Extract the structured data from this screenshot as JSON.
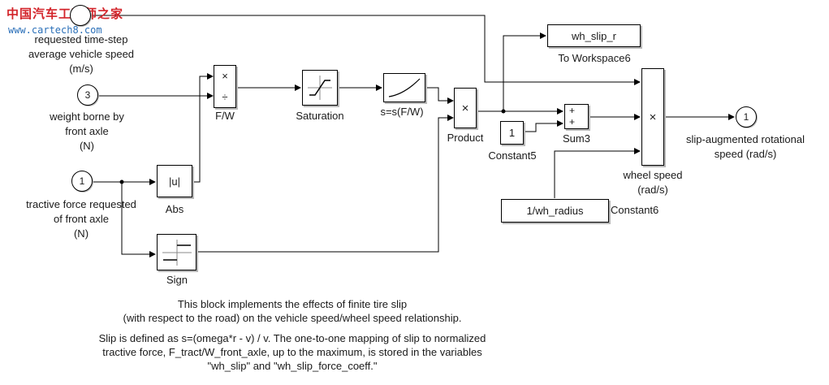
{
  "watermark": {
    "text_cn": "中国汽车工程师之家",
    "url": "www.cartech8.com"
  },
  "inports": {
    "speed": {
      "number": "",
      "label_lines": [
        "requested time-step",
        "average vehicle speed",
        "(m/s)"
      ]
    },
    "weight": {
      "number": "3",
      "label_lines": [
        "weight borne by",
        "front axle",
        "(N)"
      ]
    },
    "force": {
      "number": "1",
      "label_lines": [
        "tractive force requested",
        "of front axle",
        "(N)"
      ]
    }
  },
  "outport": {
    "number": "1",
    "label_lines": [
      "slip-augmented rotational",
      "speed (rad/s)"
    ]
  },
  "blocks": {
    "fw": {
      "top_symbol": "×",
      "bottom_symbol": "÷",
      "label": "F/W"
    },
    "saturation": {
      "label": "Saturation"
    },
    "lookup": {
      "label": "s=s(F/W)"
    },
    "product": {
      "symbol": "×",
      "label": "Product"
    },
    "sum3": {
      "plus1": "+",
      "plus2": "+",
      "label": "Sum3"
    },
    "constant5": {
      "value": "1",
      "label": "Constant5"
    },
    "to_workspace": {
      "value": "wh_slip_r",
      "label": "To Workspace6"
    },
    "wheel_speed": {
      "symbol": "×",
      "label_lines": [
        "wheel speed",
        "(rad/s)"
      ]
    },
    "constant6": {
      "value": "1/wh_radius",
      "label": "Constant6"
    },
    "abs": {
      "value": "|u|",
      "label": "Abs"
    },
    "sign": {
      "label": "Sign"
    }
  },
  "notes": {
    "para1": [
      "This block implements the effects of finite tire slip",
      "(with respect to the road) on the vehicle speed/wheel speed relationship."
    ],
    "para2": [
      "Slip is defined as s=(omega*r - v) / v.  The one-to-one mapping of slip to normalized",
      "tractive force, F_tract/W_front_axle, up to the maximum, is stored in the variables",
      "\"wh_slip\" and \"wh_slip_force_coeff.\""
    ]
  }
}
